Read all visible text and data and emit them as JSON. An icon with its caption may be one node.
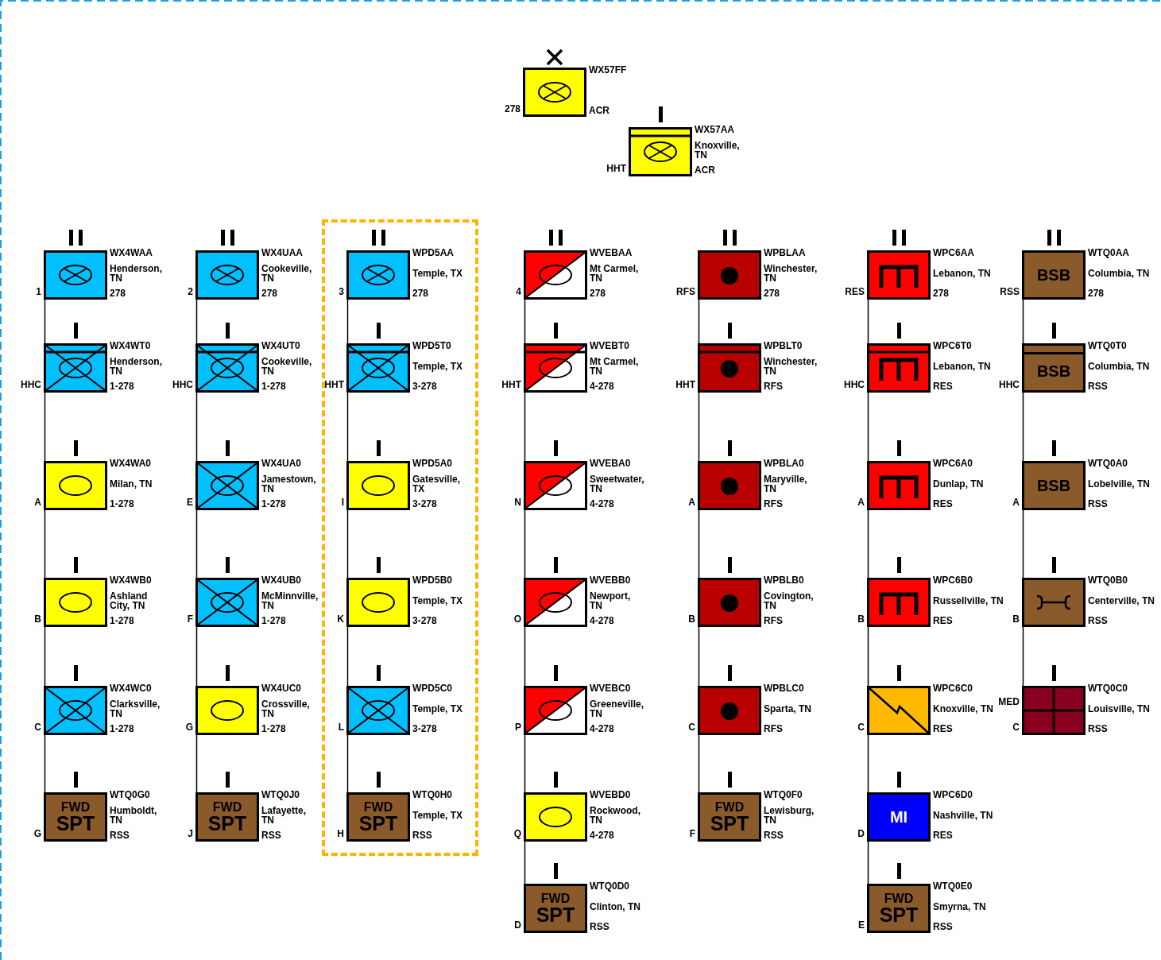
{
  "diagram": {
    "nodes": [
      {
        "text": [],
        "shape": "box",
        "beside": [
          "278",
          "WX57FF",
          "ACR"
        ]
      },
      {
        "text": [],
        "shape": "box",
        "beside": [
          "HHT",
          "WX57AA",
          "Knoxville, TN",
          "ACR"
        ]
      },
      {
        "text": [],
        "shape": "box",
        "beside": [
          "1",
          "WX4WAA",
          "Henderson, TN",
          "278"
        ]
      },
      {
        "text": [],
        "shape": "box",
        "beside": [
          "HHC",
          "WX4WT0",
          "Henderson, TN",
          "1-278"
        ]
      },
      {
        "text": [],
        "shape": "box",
        "beside": [
          "A",
          "WX4WA0",
          "Milan, TN",
          "1-278"
        ]
      },
      {
        "text": [],
        "shape": "box",
        "beside": [
          "B",
          "WX4WB0",
          "Ashland City, TN",
          "1-278"
        ]
      },
      {
        "text": [],
        "shape": "box",
        "beside": [
          "C",
          "WX4WC0",
          "Clarksville, TN",
          "1-278"
        ]
      },
      {
        "text": [
          "FWD",
          "SPT"
        ],
        "beside": [
          "G",
          "WTQ0G0",
          "Humboldt, TN",
          "RSS"
        ]
      },
      {
        "text": [],
        "shape": "box",
        "beside": [
          "2",
          "WX4UAA",
          "Cookeville, TN",
          "278"
        ]
      },
      {
        "text": [],
        "shape": "box",
        "beside": [
          "HHC",
          "WX4UT0",
          "Cookeville, TN",
          "1-278"
        ]
      },
      {
        "text": [],
        "shape": "box",
        "beside": [
          "E",
          "WX4UA0",
          "Jamestown, TN",
          "1-278"
        ]
      },
      {
        "text": [],
        "shape": "box",
        "beside": [
          "F",
          "WX4UB0",
          "McMinnville, TN",
          "1-278"
        ]
      },
      {
        "text": [],
        "shape": "box",
        "beside": [
          "G",
          "WX4UC0",
          "Crossville, TN",
          "1-278"
        ]
      },
      {
        "text": [
          "FWD",
          "SPT"
        ],
        "beside": [
          "J",
          "WTQ0J0",
          "Lafayette, TN",
          "RSS"
        ]
      },
      {
        "text": [],
        "shape": "box"
      },
      {
        "text": [],
        "shape": "box",
        "in": 14,
        "beside": [
          "3",
          "WPD5AA",
          "Temple, TX",
          "278"
        ]
      },
      {
        "text": [],
        "shape": "box",
        "in": 14,
        "beside": [
          "HHT",
          "WPD5T0",
          "Temple, TX",
          "3-278"
        ]
      },
      {
        "text": [],
        "shape": "box",
        "in": 14,
        "beside": [
          "I",
          "WPD5A0",
          "Gatesville, TX",
          "3-278"
        ]
      },
      {
        "text": [],
        "shape": "box",
        "in": 14,
        "beside": [
          "K",
          "WPD5B0",
          "Temple, TX",
          "3-278"
        ]
      },
      {
        "text": [],
        "shape": "box",
        "in": 14,
        "beside": [
          "L",
          "WPD5C0",
          "Temple, TX",
          "3-278"
        ]
      },
      {
        "text": [
          "FWD",
          "SPT"
        ],
        "in": 14,
        "beside": [
          "H",
          "WTQ0H0",
          "Temple, TX",
          "RSS"
        ]
      },
      {
        "text": [],
        "shape": "box",
        "beside": [
          "4",
          "WVEBAA",
          "Mt Carmel, TN",
          "278"
        ]
      },
      {
        "text": [],
        "shape": "box",
        "beside": [
          "HHT",
          "WVEBT0",
          "Mt Carmel, TN",
          "4-278"
        ]
      },
      {
        "text": [],
        "shape": "box",
        "beside": [
          "N",
          "WVEBA0",
          "Sweetwater, TN",
          "4-278"
        ]
      },
      {
        "text": [],
        "shape": "box",
        "beside": [
          "O",
          "WVEBB0",
          "Newport, TN",
          "4-278"
        ]
      },
      {
        "text": [],
        "shape": "box",
        "beside": [
          "P",
          "WVEBC0",
          "Greeneville, TN",
          "4-278"
        ]
      },
      {
        "text": [],
        "shape": "box",
        "beside": [
          "Q",
          "WVEBD0",
          "Rockwood, TN",
          "4-278"
        ]
      },
      {
        "text": [
          "FWD",
          "SPT"
        ],
        "beside": [
          "D",
          "WTQ0D0",
          "Clinton, TN",
          "RSS"
        ]
      },
      {
        "text": [],
        "shape": "box",
        "beside": [
          "RFS",
          "WPBLAA",
          "Winchester, TN",
          "278"
        ]
      },
      {
        "text": [],
        "shape": "box",
        "beside": [
          "HHT",
          "WPBLT0",
          "Winchester, TN",
          "RFS"
        ]
      },
      {
        "text": [],
        "shape": "box",
        "beside": [
          "A",
          "WPBLA0",
          "Maryville, TN",
          "RFS"
        ]
      },
      {
        "text": [],
        "shape": "box",
        "beside": [
          "B",
          "WPBLB0",
          "Covington, TN",
          "RFS"
        ]
      },
      {
        "text": [],
        "shape": "box",
        "beside": [
          "C",
          "WPBLC0",
          "Sparta, TN",
          "RFS"
        ]
      },
      {
        "text": [
          "FWD",
          "SPT"
        ],
        "beside": [
          "F",
          "WTQ0F0",
          "Lewisburg, TN",
          "RSS"
        ]
      },
      {
        "text": [],
        "shape": "box",
        "beside": [
          "RES",
          "WPC6AA",
          "Lebanon, TN",
          "278"
        ]
      },
      {
        "text": [],
        "shape": "box",
        "beside": [
          "HHC",
          "WPC6T0",
          "Lebanon, TN",
          "RES"
        ]
      },
      {
        "text": [],
        "shape": "box",
        "beside": [
          "A",
          "WPC6A0",
          "Dunlap, TN",
          "RES"
        ]
      },
      {
        "text": [],
        "shape": "box",
        "beside": [
          "B",
          "WPC6B0",
          "Russellville, TN",
          "RES"
        ]
      },
      {
        "text": [],
        "shape": "box",
        "beside": [
          "C",
          "WPC6C0",
          "Knoxville, TN",
          "RES"
        ]
      },
      {
        "text": [
          "MI"
        ],
        "beside": [
          "D",
          "WPC6D0",
          "Nashville, TN",
          "RES"
        ]
      },
      {
        "text": [
          "FWD",
          "SPT"
        ],
        "beside": [
          "E",
          "WTQ0E0",
          "Smyrna, TN",
          "RSS"
        ]
      },
      {
        "text": [
          "BSB"
        ],
        "beside": [
          "RSS",
          "WTQ0AA",
          "Columbia, TN",
          "278"
        ]
      },
      {
        "text": [
          "BSB"
        ],
        "beside": [
          "HHC",
          "WTQ0T0",
          "Columbia, TN",
          "RSS"
        ]
      },
      {
        "text": [
          "BSB"
        ],
        "beside": [
          "A",
          "WTQ0A0",
          "Lobelville, TN",
          "RSS"
        ]
      },
      {
        "text": [],
        "shape": "box",
        "beside": [
          "B",
          "WTQ0B0",
          "Centerville, TN",
          "RSS"
        ]
      },
      {
        "text": [],
        "shape": "box",
        "beside": [
          "MED",
          "C",
          "WTQ0C0",
          "Louisville, TN",
          "RSS"
        ]
      }
    ],
    "edges": [
      {
        "from": 2,
        "to": 3,
        "arrow": "none"
      },
      {
        "from": 3,
        "to": 4,
        "arrow": "none"
      },
      {
        "from": 4,
        "to": 5,
        "arrow": "none"
      },
      {
        "from": 5,
        "to": 6,
        "arrow": "none"
      },
      {
        "from": 6,
        "to": 7,
        "arrow": "none"
      },
      {
        "from": 8,
        "to": 9,
        "arrow": "none"
      },
      {
        "from": 9,
        "to": 10,
        "arrow": "none"
      },
      {
        "from": 10,
        "to": 11,
        "arrow": "none"
      },
      {
        "from": 11,
        "to": 12,
        "arrow": "none"
      },
      {
        "from": 12,
        "to": 13,
        "arrow": "none"
      },
      {
        "from": 15,
        "to": 16,
        "arrow": "none"
      },
      {
        "from": 16,
        "to": 17,
        "arrow": "none"
      },
      {
        "from": 17,
        "to": 18,
        "arrow": "none"
      },
      {
        "from": 18,
        "to": 19,
        "arrow": "none"
      },
      {
        "from": 19,
        "to": 20,
        "arrow": "none"
      },
      {
        "from": 21,
        "to": 22,
        "arrow": "none"
      },
      {
        "from": 22,
        "to": 23,
        "arrow": "none"
      },
      {
        "from": 23,
        "to": 24,
        "arrow": "none"
      },
      {
        "from": 24,
        "to": 25,
        "arrow": "none"
      },
      {
        "from": 25,
        "to": 26,
        "arrow": "none"
      },
      {
        "from": 26,
        "to": 27,
        "arrow": "none"
      },
      {
        "from": 28,
        "to": 29,
        "arrow": "none"
      },
      {
        "from": 29,
        "to": 30,
        "arrow": "none"
      },
      {
        "from": 30,
        "to": 31,
        "arrow": "none"
      },
      {
        "from": 31,
        "to": 32,
        "arrow": "none"
      },
      {
        "from": 32,
        "to": 33,
        "arrow": "none"
      },
      {
        "from": 34,
        "to": 35,
        "arrow": "none"
      },
      {
        "from": 35,
        "to": 36,
        "arrow": "none"
      },
      {
        "from": 36,
        "to": 37,
        "arrow": "none"
      },
      {
        "from": 37,
        "to": 38,
        "arrow": "none"
      },
      {
        "from": 38,
        "to": 39,
        "arrow": "none"
      },
      {
        "from": 39,
        "to": 40,
        "arrow": "none"
      },
      {
        "from": 41,
        "to": 42,
        "arrow": "none"
      },
      {
        "from": 42,
        "to": 43,
        "arrow": "none"
      },
      {
        "from": 43,
        "to": 44,
        "arrow": "none"
      },
      {
        "from": 44,
        "to": 45,
        "arrow": "none"
      }
    ]
  }
}
